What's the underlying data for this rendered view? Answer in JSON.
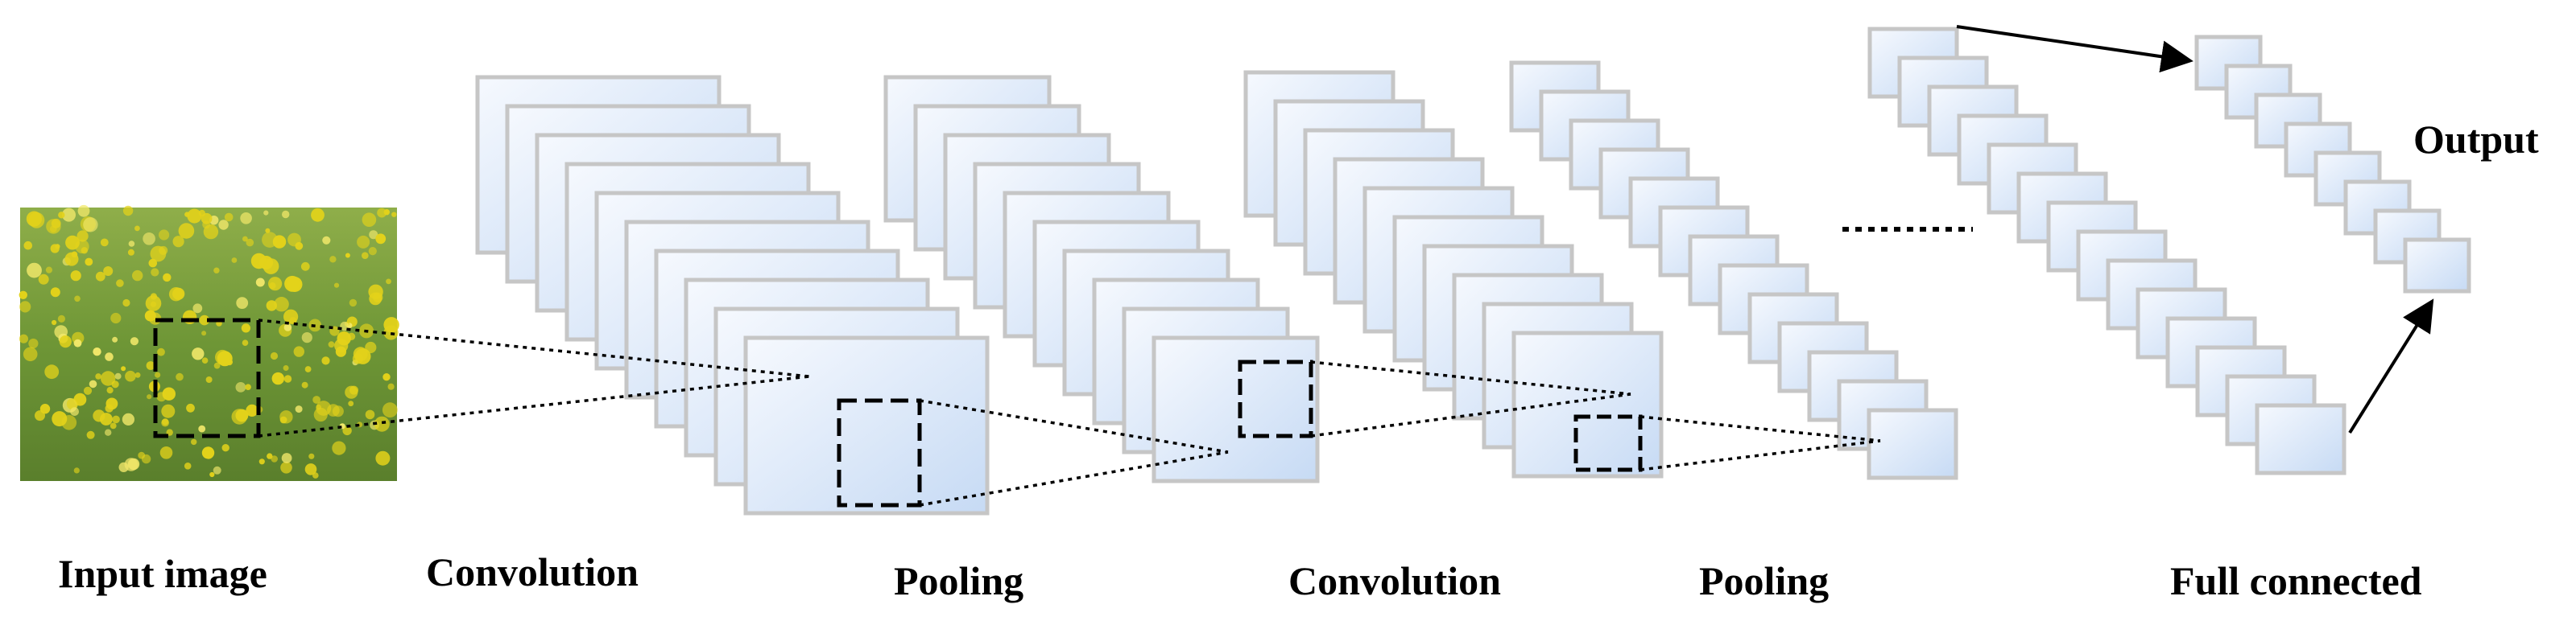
{
  "labels": {
    "input_image": "Input image",
    "convolution_1": "Convolution",
    "pooling_1": "Pooling",
    "convolution_2": "Convolution",
    "pooling_2": "Pooling",
    "full_connected": "Full connected",
    "output": "Output"
  },
  "colors": {
    "map_fill_light": "#f4f8fe",
    "map_fill_dark": "#c8dcf5",
    "map_border": "#c6c6c6",
    "line": "#000000",
    "field_bg": "#6f9a3c",
    "flower": "#e3d21a"
  },
  "stages": [
    {
      "name": "convolution-stack-1",
      "count": 10
    },
    {
      "name": "pooling-stack-1",
      "count": 10
    },
    {
      "name": "convolution-stack-2",
      "count": 10
    },
    {
      "name": "pooling-stack-2",
      "count": 13
    },
    {
      "name": "hidden-stack",
      "count": 14
    },
    {
      "name": "full-connected-stack",
      "count": 8
    }
  ]
}
